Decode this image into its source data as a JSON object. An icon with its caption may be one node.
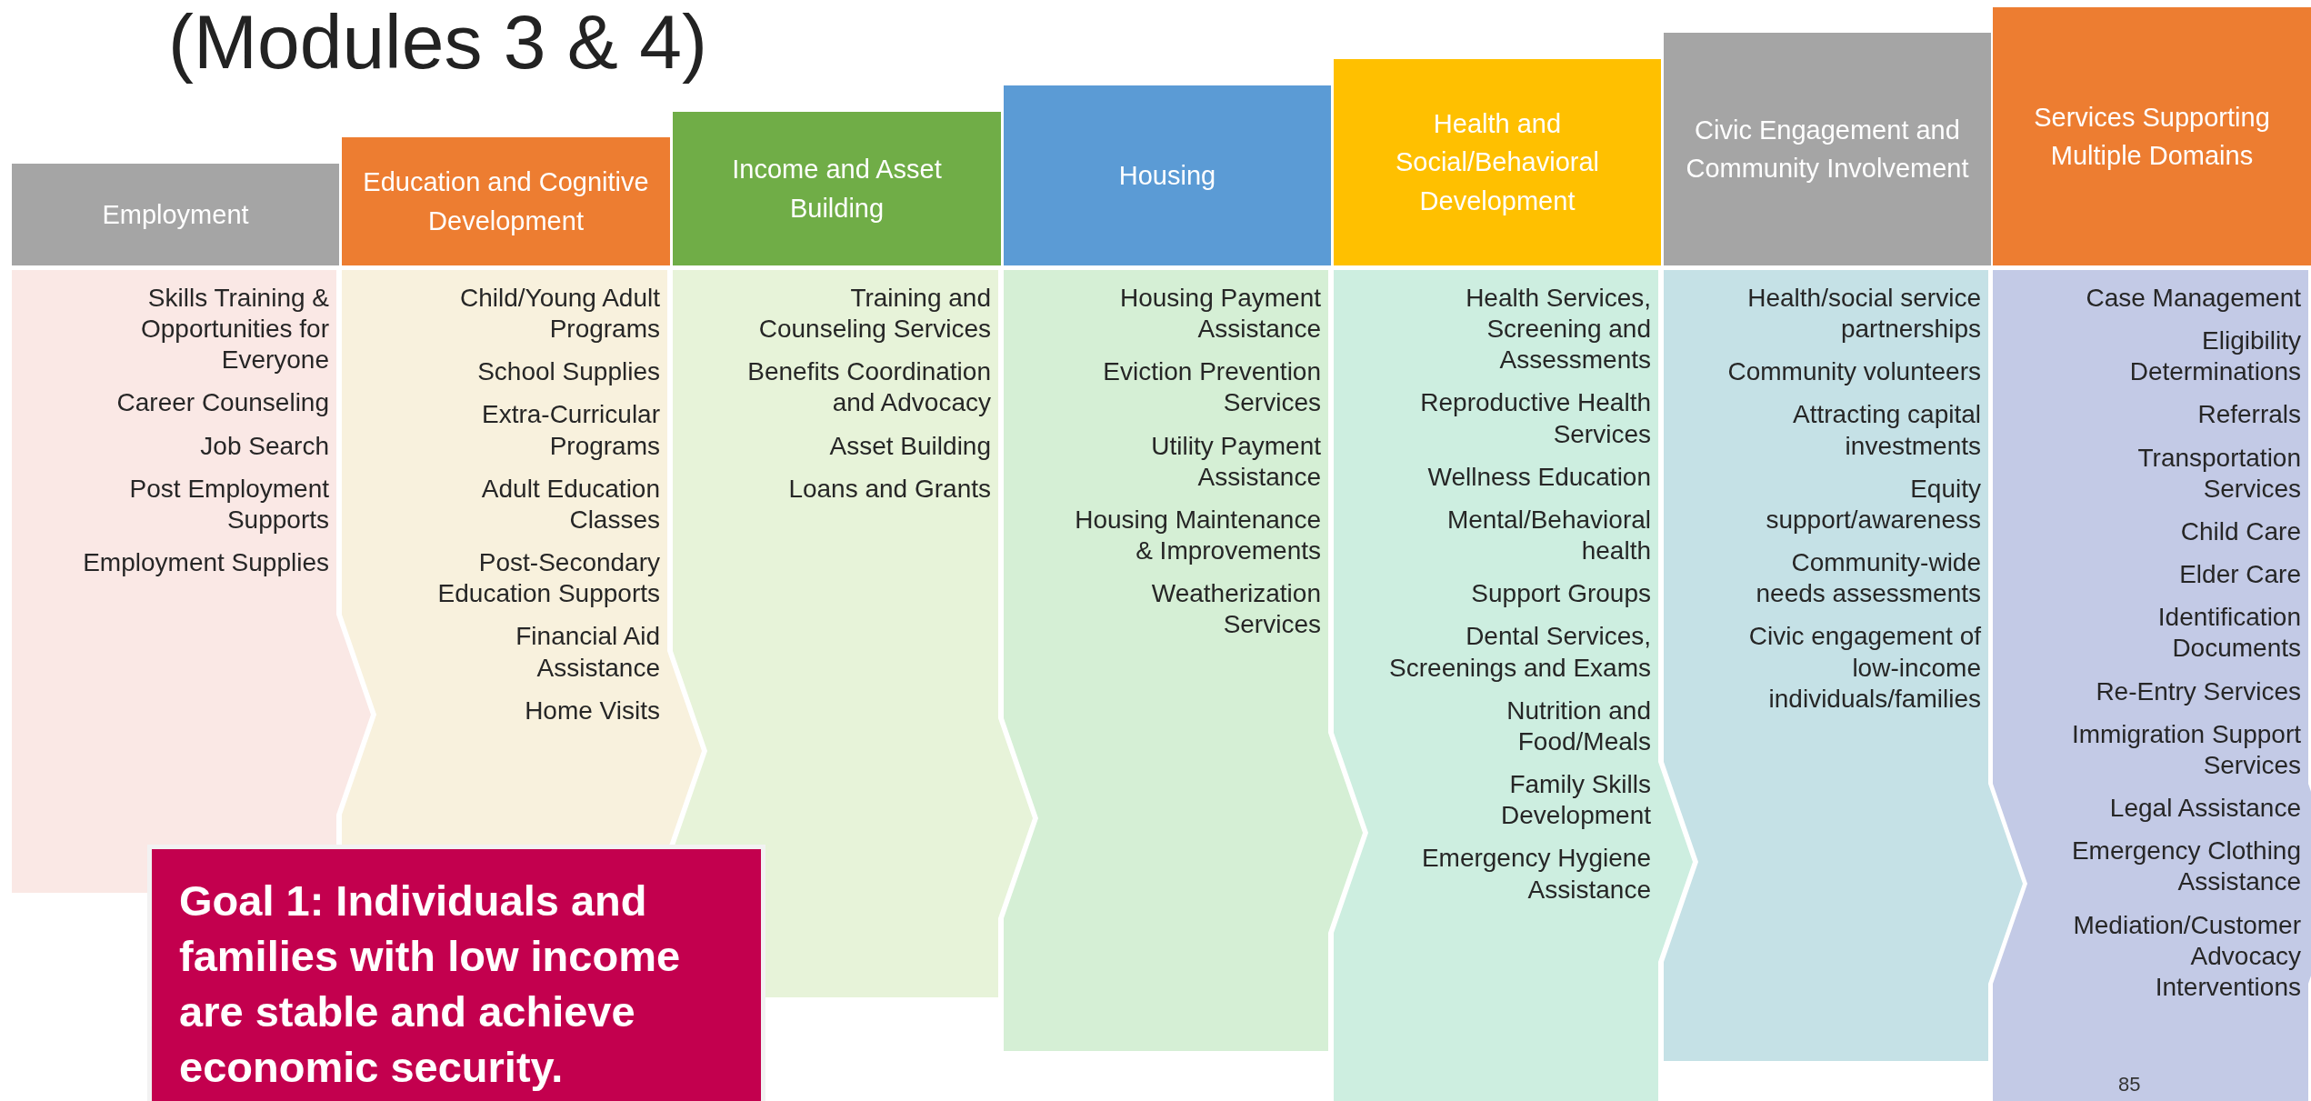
{
  "diagram": {
    "title": "(Modules 3 & 4)",
    "nodes": [
      {
        "text": [
          "Employment"
        ]
      },
      {
        "text": [
          "Skills Training & Opportunities for Everyone",
          "Career Counseling",
          "Job Search",
          "Post Employment Supports",
          "Employment Supplies"
        ]
      },
      {
        "text": [
          "Education and Cognitive Development"
        ]
      },
      {
        "text": [
          "Child/Young Adult Programs",
          "School Supplies",
          "Extra-Curricular Programs",
          "Adult Education Classes",
          "Post-Secondary Education Supports",
          "Financial Aid Assistance",
          "Home Visits"
        ]
      },
      {
        "text": [
          "Income and Asset Building"
        ]
      },
      {
        "text": [
          "Training and Counseling Services",
          "Benefits Coordination and Advocacy",
          "Asset Building",
          "Loans and Grants"
        ]
      },
      {
        "text": [
          "Housing"
        ]
      },
      {
        "text": [
          "Housing Payment Assistance",
          "Eviction Prevention Services",
          "Utility Payment Assistance",
          "Housing Maintenance & Improvements",
          "Weatherization Services"
        ]
      },
      {
        "text": [
          "Health and Social/Behavioral Development"
        ]
      },
      {
        "text": [
          "Health Services, Screening and Assessments",
          "Reproductive Health Services",
          "Wellness Education",
          "Mental/Behavioral health",
          "Support Groups",
          "Dental Services, Screenings and Exams",
          "Nutrition and Food/Meals",
          "Family Skills Development",
          "Emergency Hygiene Assistance"
        ]
      },
      {
        "text": [
          "Civic Engagement and Community Involvement"
        ]
      },
      {
        "text": [
          "Health/social service partnerships",
          "Community volunteers",
          "Attracting capital investments",
          "Equity support/awareness",
          "Community-wide needs assessments",
          "Civic engagement of low-income individuals/families"
        ]
      },
      {
        "text": [
          "Services Supporting Multiple Domains"
        ]
      },
      {
        "text": [
          "Case Management",
          "Eligibility Determinations",
          "Referrals",
          "Transportation Services",
          "Child Care",
          "Elder Care",
          "Identification Documents",
          "Re-Entry Services",
          "Immigration Support Services",
          "Legal Assistance",
          "Emergency Clothing Assistance",
          "Mediation/Customer Advocacy Interventions"
        ]
      },
      {
        "text": [
          "Goal 1: Individuals and families with low income are stable and achieve economic security."
        ]
      }
    ],
    "labels": [
      "85"
    ]
  }
}
